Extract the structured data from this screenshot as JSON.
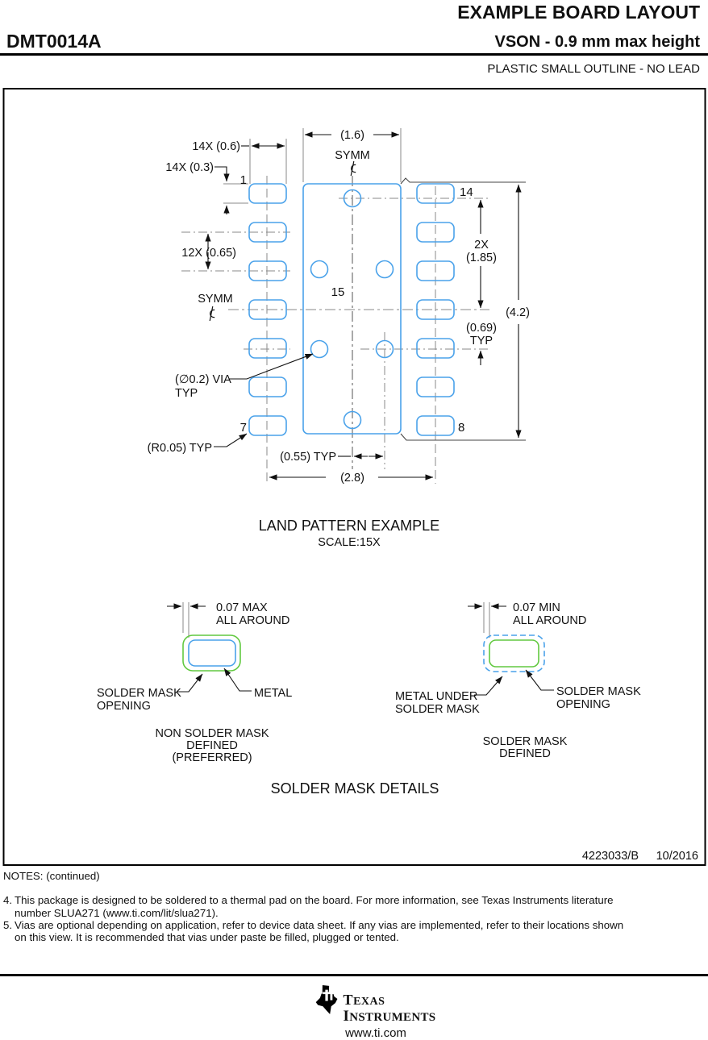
{
  "header": {
    "page_title": "EXAMPLE BOARD LAYOUT",
    "part_number": "DMT0014A",
    "package_desc": "VSON - 0.9 mm max height",
    "package_type": "PLASTIC SMALL OUTLINE - NO LEAD"
  },
  "drawing": {
    "labels": {
      "dim_pad_len": "14X (0.6)",
      "dim_pad_wid": "14X (0.3)",
      "pin1": "1",
      "dim_thermal_w": "(1.6)",
      "symm_top": "SYMM",
      "pin14": "14",
      "dim_row_pitch": "12X (0.65)",
      "symm_left": "SYMM",
      "dim_2x": "2X",
      "dim_2x_val": "(1.85)",
      "pin15": "15",
      "dim_overall_h": "(4.2)",
      "dim_via_row": "(0.69)",
      "dim_via_row_typ": "TYP",
      "via_note1": "(∅0.2) VIA",
      "via_note2": "TYP",
      "pin7": "7",
      "pin8": "8",
      "radius_note": "(R0.05) TYP",
      "dim_via_pitch": "(0.55) TYP",
      "dim_overall_w": "(2.8)"
    },
    "title": "LAND PATTERN EXAMPLE",
    "scale": "SCALE:15X"
  },
  "solder_mask": {
    "left": {
      "dim1": "0.07 MAX",
      "dim2": "ALL AROUND",
      "opening1": "SOLDER MASK",
      "opening2": "OPENING",
      "metal": "METAL",
      "caption1": "NON SOLDER MASK",
      "caption2": "DEFINED",
      "caption3": "(PREFERRED)"
    },
    "right": {
      "dim1": "0.07 MIN",
      "dim2": "ALL AROUND",
      "metal1": "METAL UNDER",
      "metal2": "SOLDER MASK",
      "opening1": "SOLDER MASK",
      "opening2": "OPENING",
      "caption1": "SOLDER MASK",
      "caption2": "DEFINED"
    },
    "title": "SOLDER MASK DETAILS"
  },
  "doc": {
    "number": "4223033/B",
    "date": "10/2016"
  },
  "notes": {
    "heading": "NOTES: (continued)",
    "items": [
      {
        "num": "4.",
        "lines": [
          "This package is designed to be soldered to a thermal pad on the board. For more information, see Texas Instruments literature",
          "number SLUA271 (www.ti.com/lit/slua271)."
        ]
      },
      {
        "num": "5.",
        "lines": [
          "Vias are optional depending on application, refer to device data sheet. If any vias are implemented, refer to their locations shown",
          "on this view. It is recommended that vias under paste be filled, plugged or tented."
        ]
      }
    ]
  },
  "footer": {
    "brand1": "TEXAS",
    "brand2": "INSTRUMENTS",
    "url": "www.ti.com"
  },
  "colors": {
    "pad_blue": "#4aa2ea",
    "mask_green": "#62c940",
    "line_gray": "#8a8a8a",
    "ink": "#111111"
  }
}
